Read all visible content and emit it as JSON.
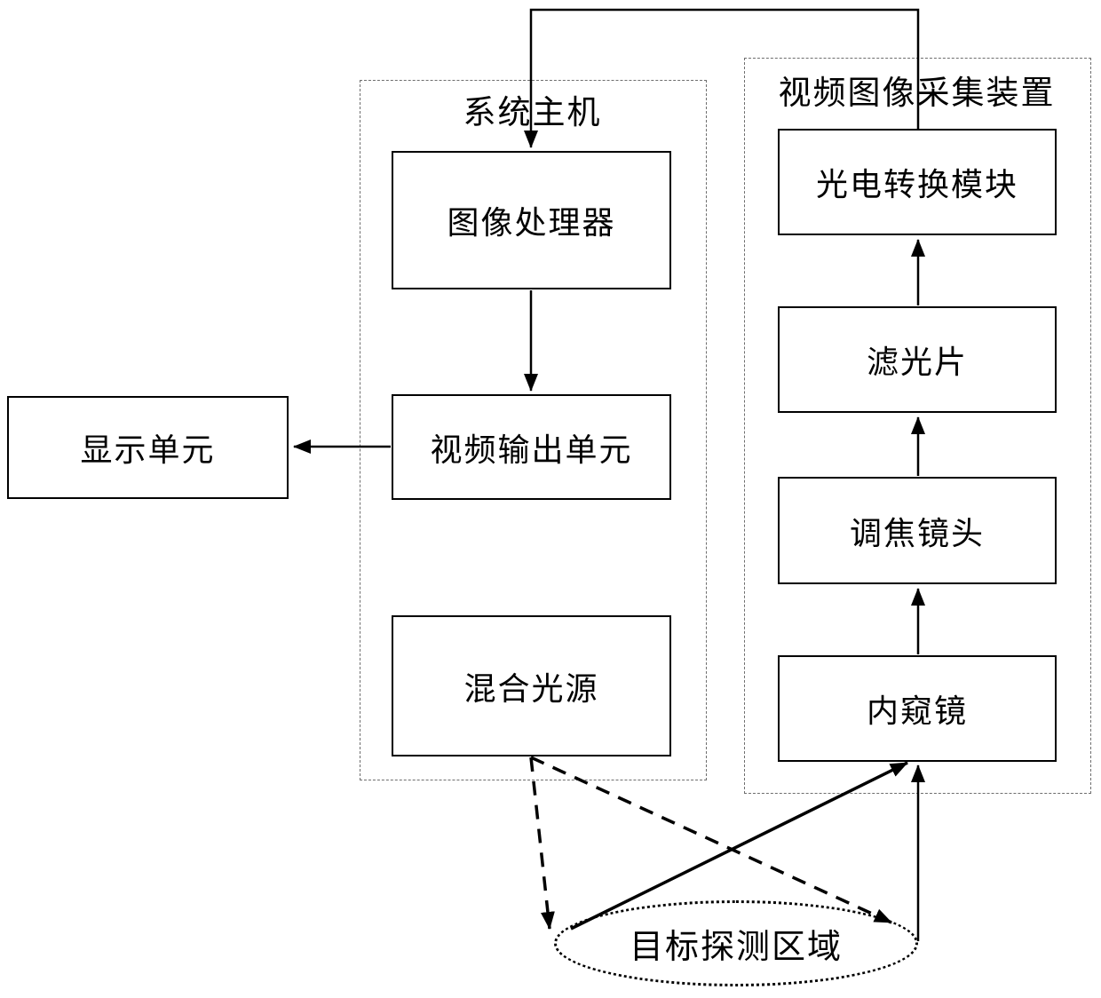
{
  "diagram": {
    "containers": {
      "system_host": {
        "label": "系统主机"
      },
      "video_capture": {
        "label": "视频图像采集装置"
      }
    },
    "nodes": {
      "image_processor": {
        "label": "图像处理器"
      },
      "video_output": {
        "label": "视频输出单元"
      },
      "mixed_light": {
        "label": "混合光源"
      },
      "display_unit": {
        "label": "显示单元"
      },
      "photoelectric": {
        "label": "光电转换模块"
      },
      "filter": {
        "label": "滤光片"
      },
      "focus_lens": {
        "label": "调焦镜头"
      },
      "endoscope": {
        "label": "内窥镜"
      },
      "target_area": {
        "label": "目标探测区域"
      }
    },
    "connections": [
      {
        "from": "photoelectric",
        "to": "image_processor",
        "style": "solid-elbow"
      },
      {
        "from": "image_processor",
        "to": "video_output",
        "style": "solid"
      },
      {
        "from": "video_output",
        "to": "display_unit",
        "style": "solid"
      },
      {
        "from": "filter",
        "to": "photoelectric",
        "style": "solid"
      },
      {
        "from": "focus_lens",
        "to": "filter",
        "style": "solid"
      },
      {
        "from": "endoscope",
        "to": "focus_lens",
        "style": "solid"
      },
      {
        "from": "mixed_light",
        "to": "target_area",
        "style": "dashed",
        "note": "left tip"
      },
      {
        "from": "mixed_light",
        "to": "target_area",
        "style": "dashed",
        "note": "right tip"
      },
      {
        "from": "target_area",
        "to": "endoscope",
        "style": "solid",
        "note": "diagonal"
      },
      {
        "from": "target_area",
        "to": "endoscope",
        "style": "solid",
        "note": "vertical"
      }
    ],
    "colors": {
      "line": "#000000",
      "text": "#000000",
      "background": "#ffffff",
      "group_border": "#6e6e6e"
    }
  }
}
